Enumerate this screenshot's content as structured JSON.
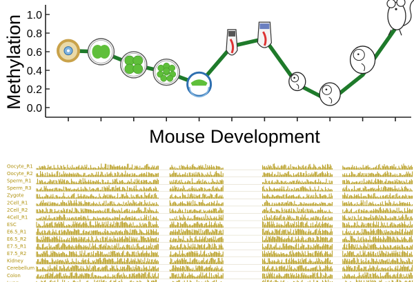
{
  "colors": {
    "line": "#1e7a2a",
    "track_fill": "#b59a18",
    "track_label": "#b0920f",
    "cell_fill": "#5fbf3a",
    "oocyte_ring": "#c9a24a",
    "blastocyst_ring": "#2e6fb0"
  },
  "chart_data": [
    {
      "type": "line",
      "title": "",
      "xlabel": "Mouse Development",
      "ylabel": "Methylation",
      "ylim": [
        -0.1,
        1.1
      ],
      "yticks": [
        "0.0",
        "0.2",
        "0.4",
        "0.6",
        "0.8",
        "1.0"
      ],
      "x": [
        1,
        2,
        3,
        4,
        5,
        6,
        7,
        8,
        9,
        10,
        11
      ],
      "series": [
        {
          "values": [
            0.61,
            0.6,
            0.46,
            0.38,
            0.25,
            0.66,
            0.74,
            0.25,
            0.07,
            0.35,
            0.85
          ]
        }
      ],
      "stages": [
        {
          "icon": "oocyte-icon"
        },
        {
          "icon": "zygote-icon"
        },
        {
          "icon": "four-cell-embryo-icon"
        },
        {
          "icon": "morula-icon"
        },
        {
          "icon": "blastocyst-icon"
        },
        {
          "icon": "e6-embryo-icon"
        },
        {
          "icon": "e7-embryo-icon"
        },
        {
          "icon": "midgestation-embryo-icon"
        },
        {
          "icon": "fetus-icon"
        },
        {
          "icon": "late-fetus-icon"
        },
        {
          "icon": "adult-mouse-icon"
        }
      ]
    },
    {
      "type": "area",
      "tracks": [
        "Oocyte_R1",
        "Oocyte_R2",
        "Sperm_R1",
        "Sperm_R3",
        "Zygote",
        "2Cell_R1",
        "2Cell_R2",
        "4Cell_R1",
        "ESC",
        "E6.5_R1",
        "E6.5_R2",
        "E7.5_R1",
        "E7.5_R2",
        "Kidney",
        "Cerebellum",
        "Colon",
        "Lung"
      ]
    }
  ]
}
